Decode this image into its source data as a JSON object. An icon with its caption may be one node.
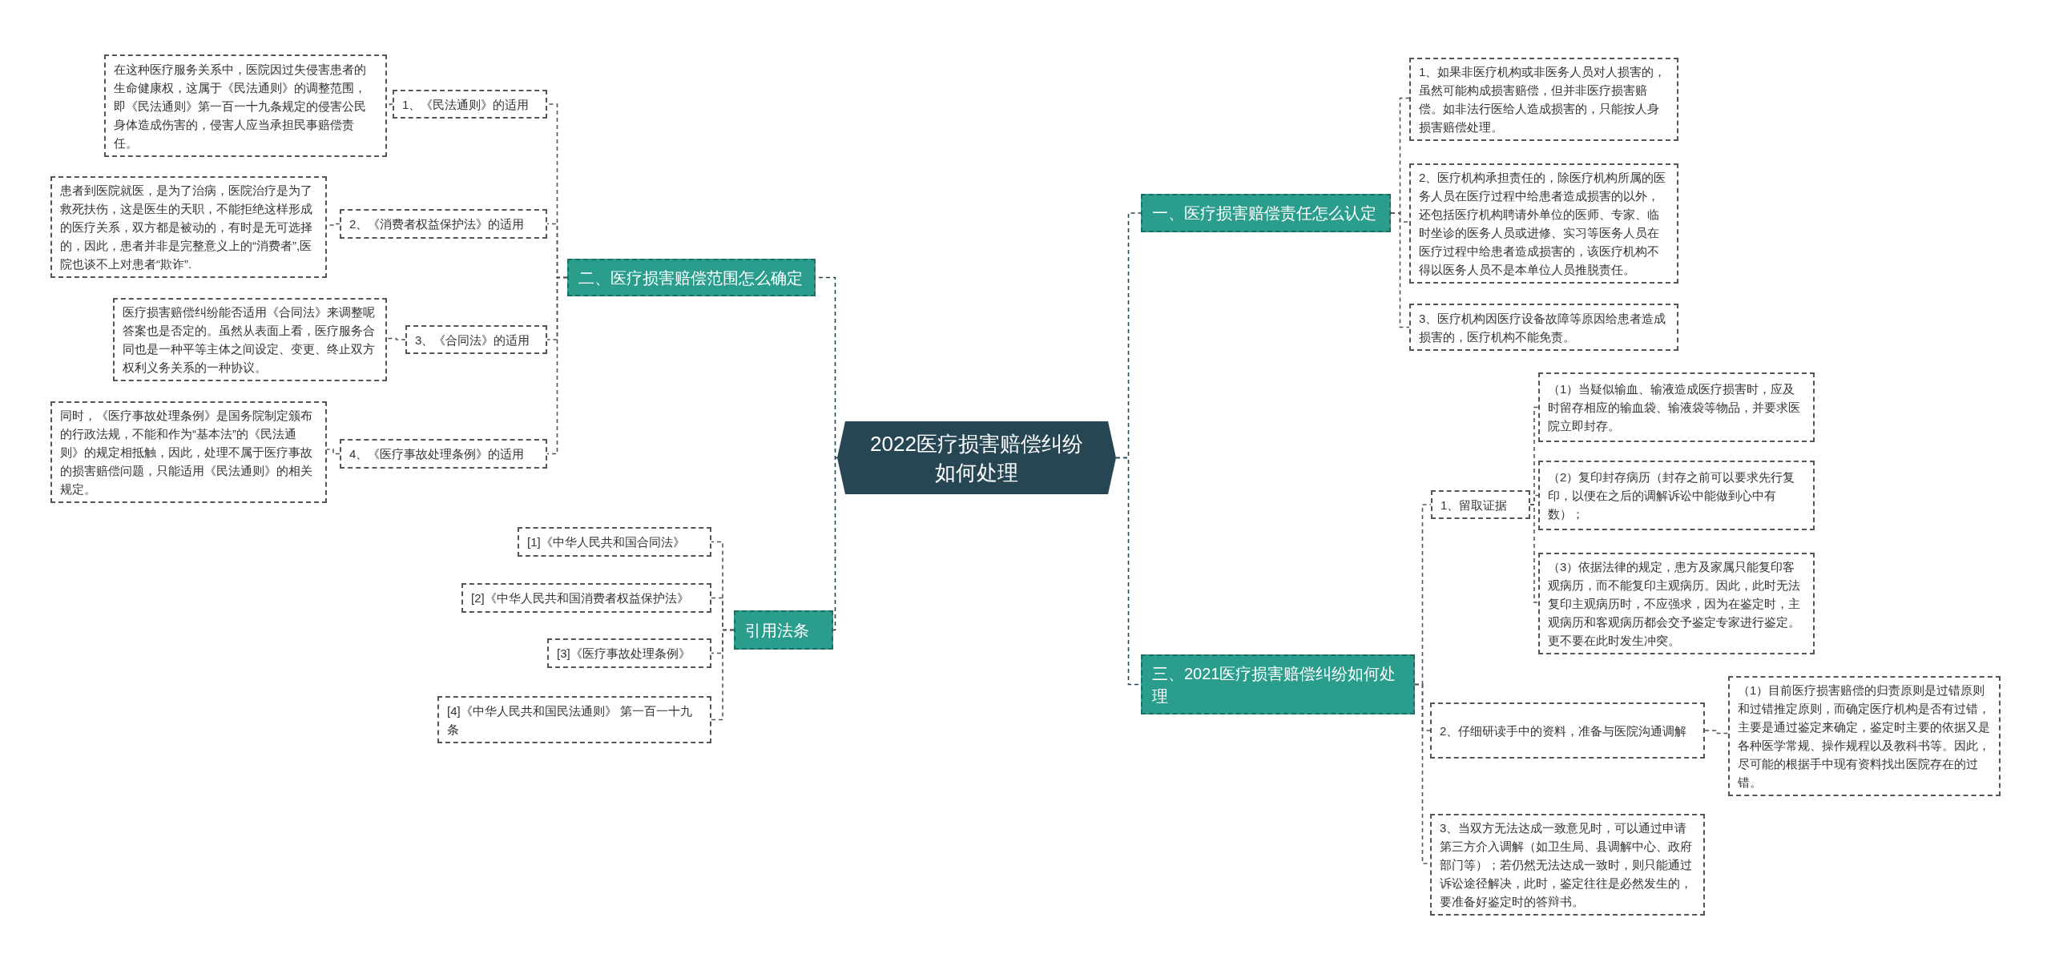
{
  "diagram": {
    "nodes": [
      {
        "text": [
          "2022医疗损害赔偿纠纷如何处理"
        ]
      },
      {
        "text": [
          "一、医疗损害赔偿责任怎么认定"
        ]
      },
      {
        "text": [
          "1、如果非医疗机构或非医务人员对人损害的，虽然可能构成损害赔偿，但并非医疗损害赔偿。如非法行医给人造成损害的，只能按人身损害赔偿处理。"
        ]
      },
      {
        "text": [
          "2、医疗机构承担责任的，除医疗机构所属的医务人员在医疗过程中给患者造成损害的以外，还包括医疗机构聘请外单位的医师、专家、临时坐诊的医务人员或进修、实习等医务人员在医疗过程中给患者造成损害的，该医疗机构不得以医务人员不是本单位人员推脱责任。"
        ]
      },
      {
        "text": [
          "3、医疗机构因医疗设备故障等原因给患者造成损害的，医疗机构不能免责。"
        ]
      },
      {
        "text": [
          "三、2021医疗损害赔偿纠纷如何处理"
        ]
      },
      {
        "text": [
          "1、留取证据"
        ]
      },
      {
        "text": [
          "（1）当疑似输血、输液造成医疗损害时，应及时留存相应的输血袋、输液袋等物品，并要求医院立即封存。"
        ]
      },
      {
        "text": [
          "（2）复印封存病历（封存之前可以要求先行复印，以便在之后的调解诉讼中能做到心中有数）；"
        ]
      },
      {
        "text": [
          "（3）依据法律的规定，患方及家属只能复印客观病历，而不能复印主观病历。因此，此时无法复印主观病历时，不应强求，因为在鉴定时，主观病历和客观病历都会交予鉴定专家进行鉴定。更不要在此时发生冲突。"
        ]
      },
      {
        "text": [
          "2、仔细研读手中的资料，准备与医院沟通调解"
        ]
      },
      {
        "text": [
          "（1）目前医疗损害赔偿的归责原则是过错原则和过错推定原则，而确定医疗机构是否有过错，主要是通过鉴定来确定，鉴定时主要的依据又是各种医学常规、操作规程以及教科书等。因此，尽可能的根据手中现有资料找出医院存在的过错。"
        ]
      },
      {
        "text": [
          "3、当双方无法达成一致意见时，可以通过申请第三方介入调解（如卫生局、县调解中心、政府部门等）；若仍然无法达成一致时，则只能通过诉讼途径解决，此时，鉴定往往是必然发生的，要准备好鉴定时的答辩书。"
        ]
      },
      {
        "text": [
          "二、医疗损害赔偿范围怎么确定"
        ]
      },
      {
        "text": [
          "1、《民法通则》的适用"
        ]
      },
      {
        "text": [
          "在这种医疗服务关系中，医院因过失侵害患者的生命健康权，这属于《民法通则》的调整范围，即《民法通则》第一百一十九条规定的侵害公民身体造成伤害的，侵害人应当承担民事赔偿责任。"
        ]
      },
      {
        "text": [
          "2、《消费者权益保护法》的适用"
        ]
      },
      {
        "text": [
          "患者到医院就医，是为了治病，医院治疗是为了救死扶伤，这是医生的天职，不能拒绝这样形成的医疗关系，双方都是被动的，有时是无可选择的，因此，患者并非是完整意义上的“消费者”,医院也谈不上对患者“欺诈”."
        ]
      },
      {
        "text": [
          "3、《合同法》的适用"
        ]
      },
      {
        "text": [
          "医疗损害赔偿纠纷能否适用《合同法》来调整呢答案也是否定的。虽然从表面上看，医疗服务合同也是一种平等主体之间设定、变更、终止双方权利义务关系的一种协议。"
        ]
      },
      {
        "text": [
          "4、《医疗事故处理条例》的适用"
        ]
      },
      {
        "text": [
          "同时，《医疗事故处理条例》是国务院制定颁布的行政法规，不能和作为“基本法”的《民法通则》的规定相抵触，因此，处理不属于医疗事故的损害赔偿问题，只能适用《民法通则》的相关规定。"
        ]
      },
      {
        "text": [
          "引用法条"
        ]
      },
      {
        "text": [
          "[1]《中华人民共和国合同法》"
        ]
      },
      {
        "text": [
          "[2]《中华人民共和国消费者权益保护法》"
        ]
      },
      {
        "text": [
          "[3]《医疗事故处理条例》"
        ]
      },
      {
        "text": [
          "[4]《中华人民共和国民法通则》 第一百一十九条"
        ]
      }
    ],
    "edges": [
      {
        "from": 0,
        "to": 1,
        "arrow": "none"
      },
      {
        "from": 1,
        "to": 2,
        "arrow": "none"
      },
      {
        "from": 1,
        "to": 3,
        "arrow": "none"
      },
      {
        "from": 1,
        "to": 4,
        "arrow": "none"
      },
      {
        "from": 0,
        "to": 5,
        "arrow": "none"
      },
      {
        "from": 5,
        "to": 6,
        "arrow": "none"
      },
      {
        "from": 6,
        "to": 7,
        "arrow": "none"
      },
      {
        "from": 6,
        "to": 8,
        "arrow": "none"
      },
      {
        "from": 6,
        "to": 9,
        "arrow": "none"
      },
      {
        "from": 5,
        "to": 10,
        "arrow": "none"
      },
      {
        "from": 10,
        "to": 11,
        "arrow": "none"
      },
      {
        "from": 5,
        "to": 12,
        "arrow": "none"
      },
      {
        "from": 0,
        "to": 13,
        "arrow": "none"
      },
      {
        "from": 13,
        "to": 14,
        "arrow": "none"
      },
      {
        "from": 14,
        "to": 15,
        "arrow": "none"
      },
      {
        "from": 13,
        "to": 16,
        "arrow": "none"
      },
      {
        "from": 16,
        "to": 17,
        "arrow": "none"
      },
      {
        "from": 13,
        "to": 18,
        "arrow": "none"
      },
      {
        "from": 18,
        "to": 19,
        "arrow": "none"
      },
      {
        "from": 13,
        "to": 20,
        "arrow": "none"
      },
      {
        "from": 20,
        "to": 21,
        "arrow": "none"
      },
      {
        "from": 0,
        "to": 22,
        "arrow": "none"
      },
      {
        "from": 22,
        "to": 23,
        "arrow": "none"
      },
      {
        "from": 22,
        "to": 24,
        "arrow": "none"
      },
      {
        "from": 22,
        "to": 25,
        "arrow": "none"
      },
      {
        "from": 22,
        "to": 26,
        "arrow": "none"
      }
    ]
  }
}
